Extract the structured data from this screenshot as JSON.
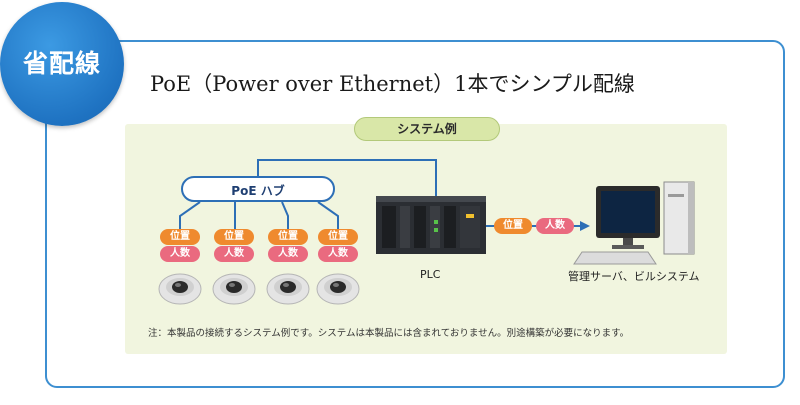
{
  "badge": {
    "text": "省配線"
  },
  "title": "PoE（Power over Ethernet）1本でシンプル配線",
  "system_tag": "システム例",
  "hub_label": "PoE ハブ",
  "cameras": [
    {
      "tag_position": "位置",
      "tag_people": "人数"
    },
    {
      "tag_position": "位置",
      "tag_people": "人数"
    },
    {
      "tag_position": "位置",
      "tag_people": "人数"
    },
    {
      "tag_position": "位置",
      "tag_people": "人数"
    }
  ],
  "plc_label": "PLC",
  "link_tags": {
    "position": "位置",
    "people": "人数"
  },
  "server_label": "管理サーバ、ビルシステム",
  "note": "注：本製品の接続するシステム例です。システムは本製品には含まれておりません。別途構築が必要になります。",
  "colors": {
    "frame": "#3d8fd1",
    "badge": "#1f73c2",
    "panel": "#f1f5df",
    "wire": "#2d6fb6",
    "tag_orange": "#ef8a2e",
    "tag_pink": "#ea6a7f"
  }
}
